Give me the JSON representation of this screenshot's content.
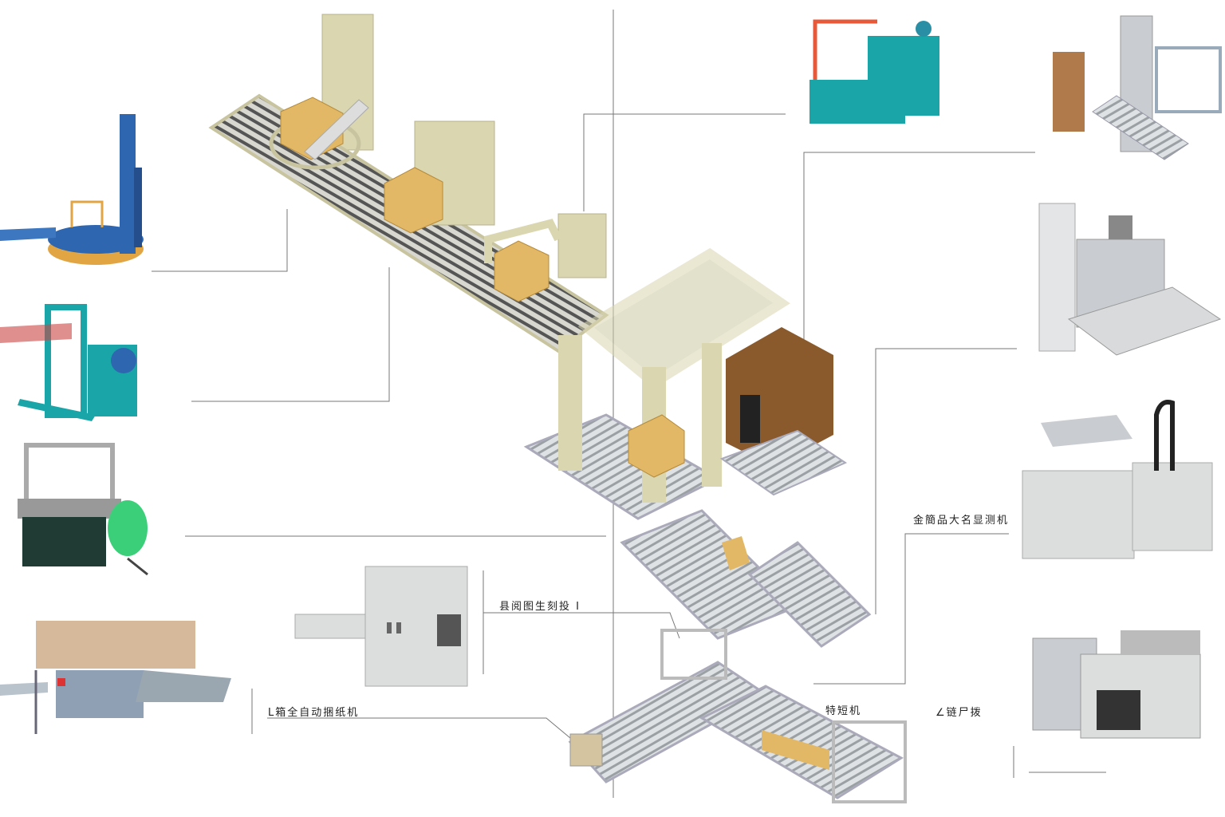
{
  "labels": {
    "right_middle": "金簡品大名显测机",
    "center": "县阅图生刻投 I",
    "bottom_left": "L箱全自动捆纸机",
    "bottom_mid": "特短机",
    "bottom_right": "∠链尸拨"
  },
  "colors": {
    "line": "#777777",
    "frame": "#d9d6b0",
    "carton": "#e2b866",
    "teal": "#1aa6a8",
    "blue": "#2f66b0",
    "steel": "#c9ccd0",
    "brown": "#8a5a2c"
  }
}
